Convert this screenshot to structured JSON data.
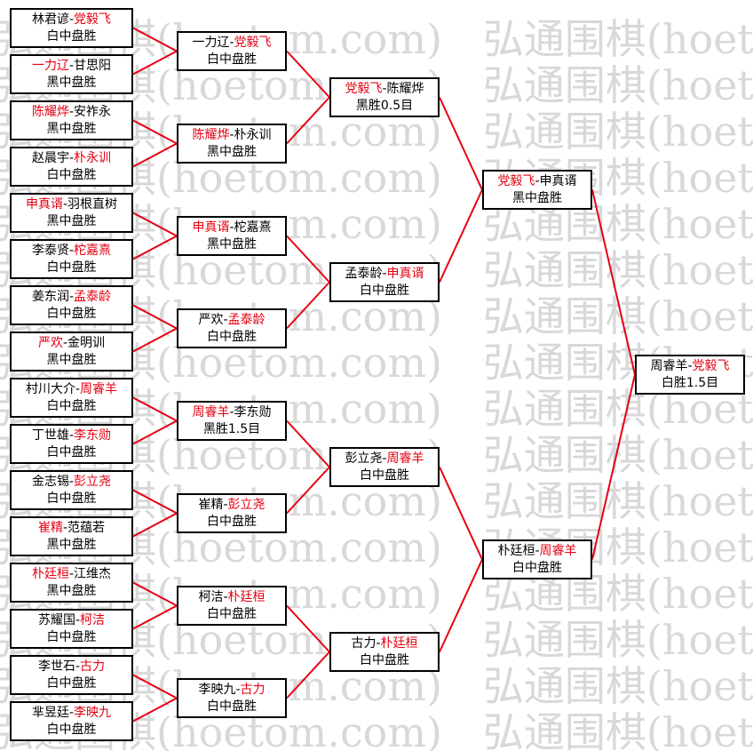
{
  "watermark": {
    "text": "弘通围棋(hoetom.com)",
    "color": "#d8d8d8"
  },
  "colors": {
    "winner": "#e60012",
    "line": "#e60012",
    "border": "#000000"
  },
  "rounds": [
    [
      {
        "p1": "林君谚",
        "p2": "党毅飞",
        "winner": 2,
        "result": "白中盘胜"
      },
      {
        "p1": "一力辽",
        "p2": "甘思阳",
        "winner": 1,
        "result": "黑中盘胜"
      },
      {
        "p1": "陈耀烨",
        "p2": "安祚永",
        "winner": 1,
        "result": "黑中盘胜"
      },
      {
        "p1": "赵晨宇",
        "p2": "朴永训",
        "winner": 2,
        "result": "白中盘胜"
      },
      {
        "p1": "申真谞",
        "p2": "羽根直树",
        "winner": 1,
        "result": "黑中盘胜"
      },
      {
        "p1": "李泰贤",
        "p2": "柁嘉熹",
        "winner": 2,
        "result": "白中盘胜"
      },
      {
        "p1": "姜东润",
        "p2": "孟泰龄",
        "winner": 2,
        "result": "白中盘胜"
      },
      {
        "p1": "严欢",
        "p2": "金明训",
        "winner": 1,
        "result": "黑中盘胜"
      },
      {
        "p1": "村川大介",
        "p2": "周睿羊",
        "winner": 2,
        "result": "白中盘胜"
      },
      {
        "p1": "丁世雄",
        "p2": "李东勋",
        "winner": 2,
        "result": "白中盘胜"
      },
      {
        "p1": "金志锡",
        "p2": "彭立尧",
        "winner": 2,
        "result": "白中盘胜"
      },
      {
        "p1": "崔精",
        "p2": "范蕴若",
        "winner": 1,
        "result": "黑中盘胜"
      },
      {
        "p1": "朴廷桓",
        "p2": "江维杰",
        "winner": 1,
        "result": "黑中盘胜"
      },
      {
        "p1": "苏耀国",
        "p2": "柯洁",
        "winner": 2,
        "result": "白中盘胜"
      },
      {
        "p1": "李世石",
        "p2": "古力",
        "winner": 2,
        "result": "白中盘胜"
      },
      {
        "p1": "芈昱廷",
        "p2": "李映九",
        "winner": 2,
        "result": "白中盘胜"
      }
    ],
    [
      {
        "p1": "一力辽",
        "p2": "党毅飞",
        "winner": 2,
        "result": "白中盘胜"
      },
      {
        "p1": "陈耀烨",
        "p2": "朴永训",
        "winner": 1,
        "result": "黑中盘胜"
      },
      {
        "p1": "申真谞",
        "p2": "柁嘉熹",
        "winner": 1,
        "result": "黑中盘胜"
      },
      {
        "p1": "严欢",
        "p2": "孟泰龄",
        "winner": 2,
        "result": "白中盘胜"
      },
      {
        "p1": "周睿羊",
        "p2": "李东勋",
        "winner": 1,
        "result": "黑胜1.5目"
      },
      {
        "p1": "崔精",
        "p2": "彭立尧",
        "winner": 2,
        "result": "白中盘胜"
      },
      {
        "p1": "柯洁",
        "p2": "朴廷桓",
        "winner": 2,
        "result": "白中盘胜"
      },
      {
        "p1": "李映九",
        "p2": "古力",
        "winner": 2,
        "result": "白中盘胜"
      }
    ],
    [
      {
        "p1": "党毅飞",
        "p2": "陈耀烨",
        "winner": 1,
        "result": "黑胜0.5目"
      },
      {
        "p1": "孟泰龄",
        "p2": "申真谞",
        "winner": 2,
        "result": "白中盘胜"
      },
      {
        "p1": "彭立尧",
        "p2": "周睿羊",
        "winner": 2,
        "result": "白中盘胜"
      },
      {
        "p1": "古力",
        "p2": "朴廷桓",
        "winner": 2,
        "result": "白中盘胜"
      }
    ],
    [
      {
        "p1": "党毅飞",
        "p2": "申真谞",
        "winner": 1,
        "result": "黑中盘胜"
      },
      {
        "p1": "朴廷桓",
        "p2": "周睿羊",
        "winner": 2,
        "result": "白中盘胜"
      }
    ],
    [
      {
        "p1": "周睿羊",
        "p2": "党毅飞",
        "winner": 2,
        "result": "白胜1.5目"
      }
    ]
  ]
}
